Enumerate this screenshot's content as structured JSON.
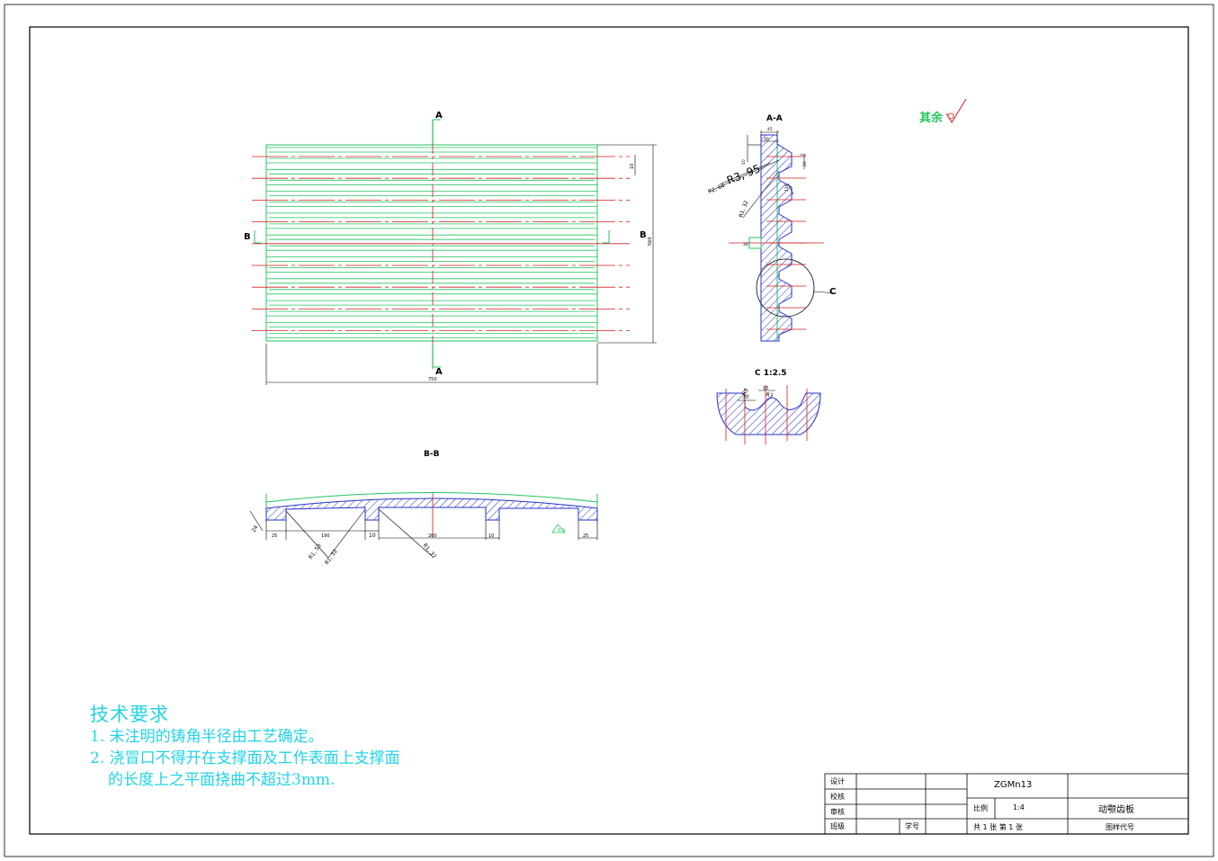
{
  "views": {
    "section_aa": "A-A",
    "section_bb": "B-B",
    "detail_c": "C 1:2.5",
    "cut_a": "A",
    "cut_b": "B",
    "detail_ref": "C"
  },
  "roughness_note": "其余",
  "dimensions": {
    "width": "750",
    "height": "560",
    "pitch": "10",
    "aa_top": "45",
    "aa_30": "30",
    "aa_10": "10",
    "aa_20": "20",
    "aa_116": "116",
    "aa_30b": "30",
    "r395": "R3, 95",
    "r264": "R2, 64",
    "r132": "R1, 32",
    "c_r3": "R3",
    "c_30": "30",
    "c_15": "15",
    "c_r3b": "R3",
    "bb_24": "24",
    "bb_25": "25",
    "bb_190": "190",
    "bb_10": "10",
    "bb_200": "200",
    "bb_10b": "10",
    "bb_25b": "25",
    "bb_r153": "R1, 53",
    "bb_r132": "R1, 32",
    "bb_r132b": "R1, 32",
    "bb_63": "6.3"
  },
  "notes": {
    "title": "技术要求",
    "line1": "1. 未注明的铸角半径由工艺确定。",
    "line2": "2. 浇冒口不得开在支撑面及工作表面上支撑面",
    "line3": "的长度上之平面挠曲不超过3mm."
  },
  "title_block": {
    "design": "设计",
    "check": "校核",
    "review": "审核",
    "class": "班级",
    "student_no": "学号",
    "material": "ZGMn13",
    "scale_label": "比例",
    "scale_value": "1:4",
    "part_name": "动颚齿板",
    "sheets": "共 1  张  第 1  张",
    "drawing_code": "图样代号"
  },
  "colors": {
    "green": "#22c55e",
    "red": "#d31d1d",
    "blue": "#2233c8",
    "cyan": "#22d3e6"
  }
}
